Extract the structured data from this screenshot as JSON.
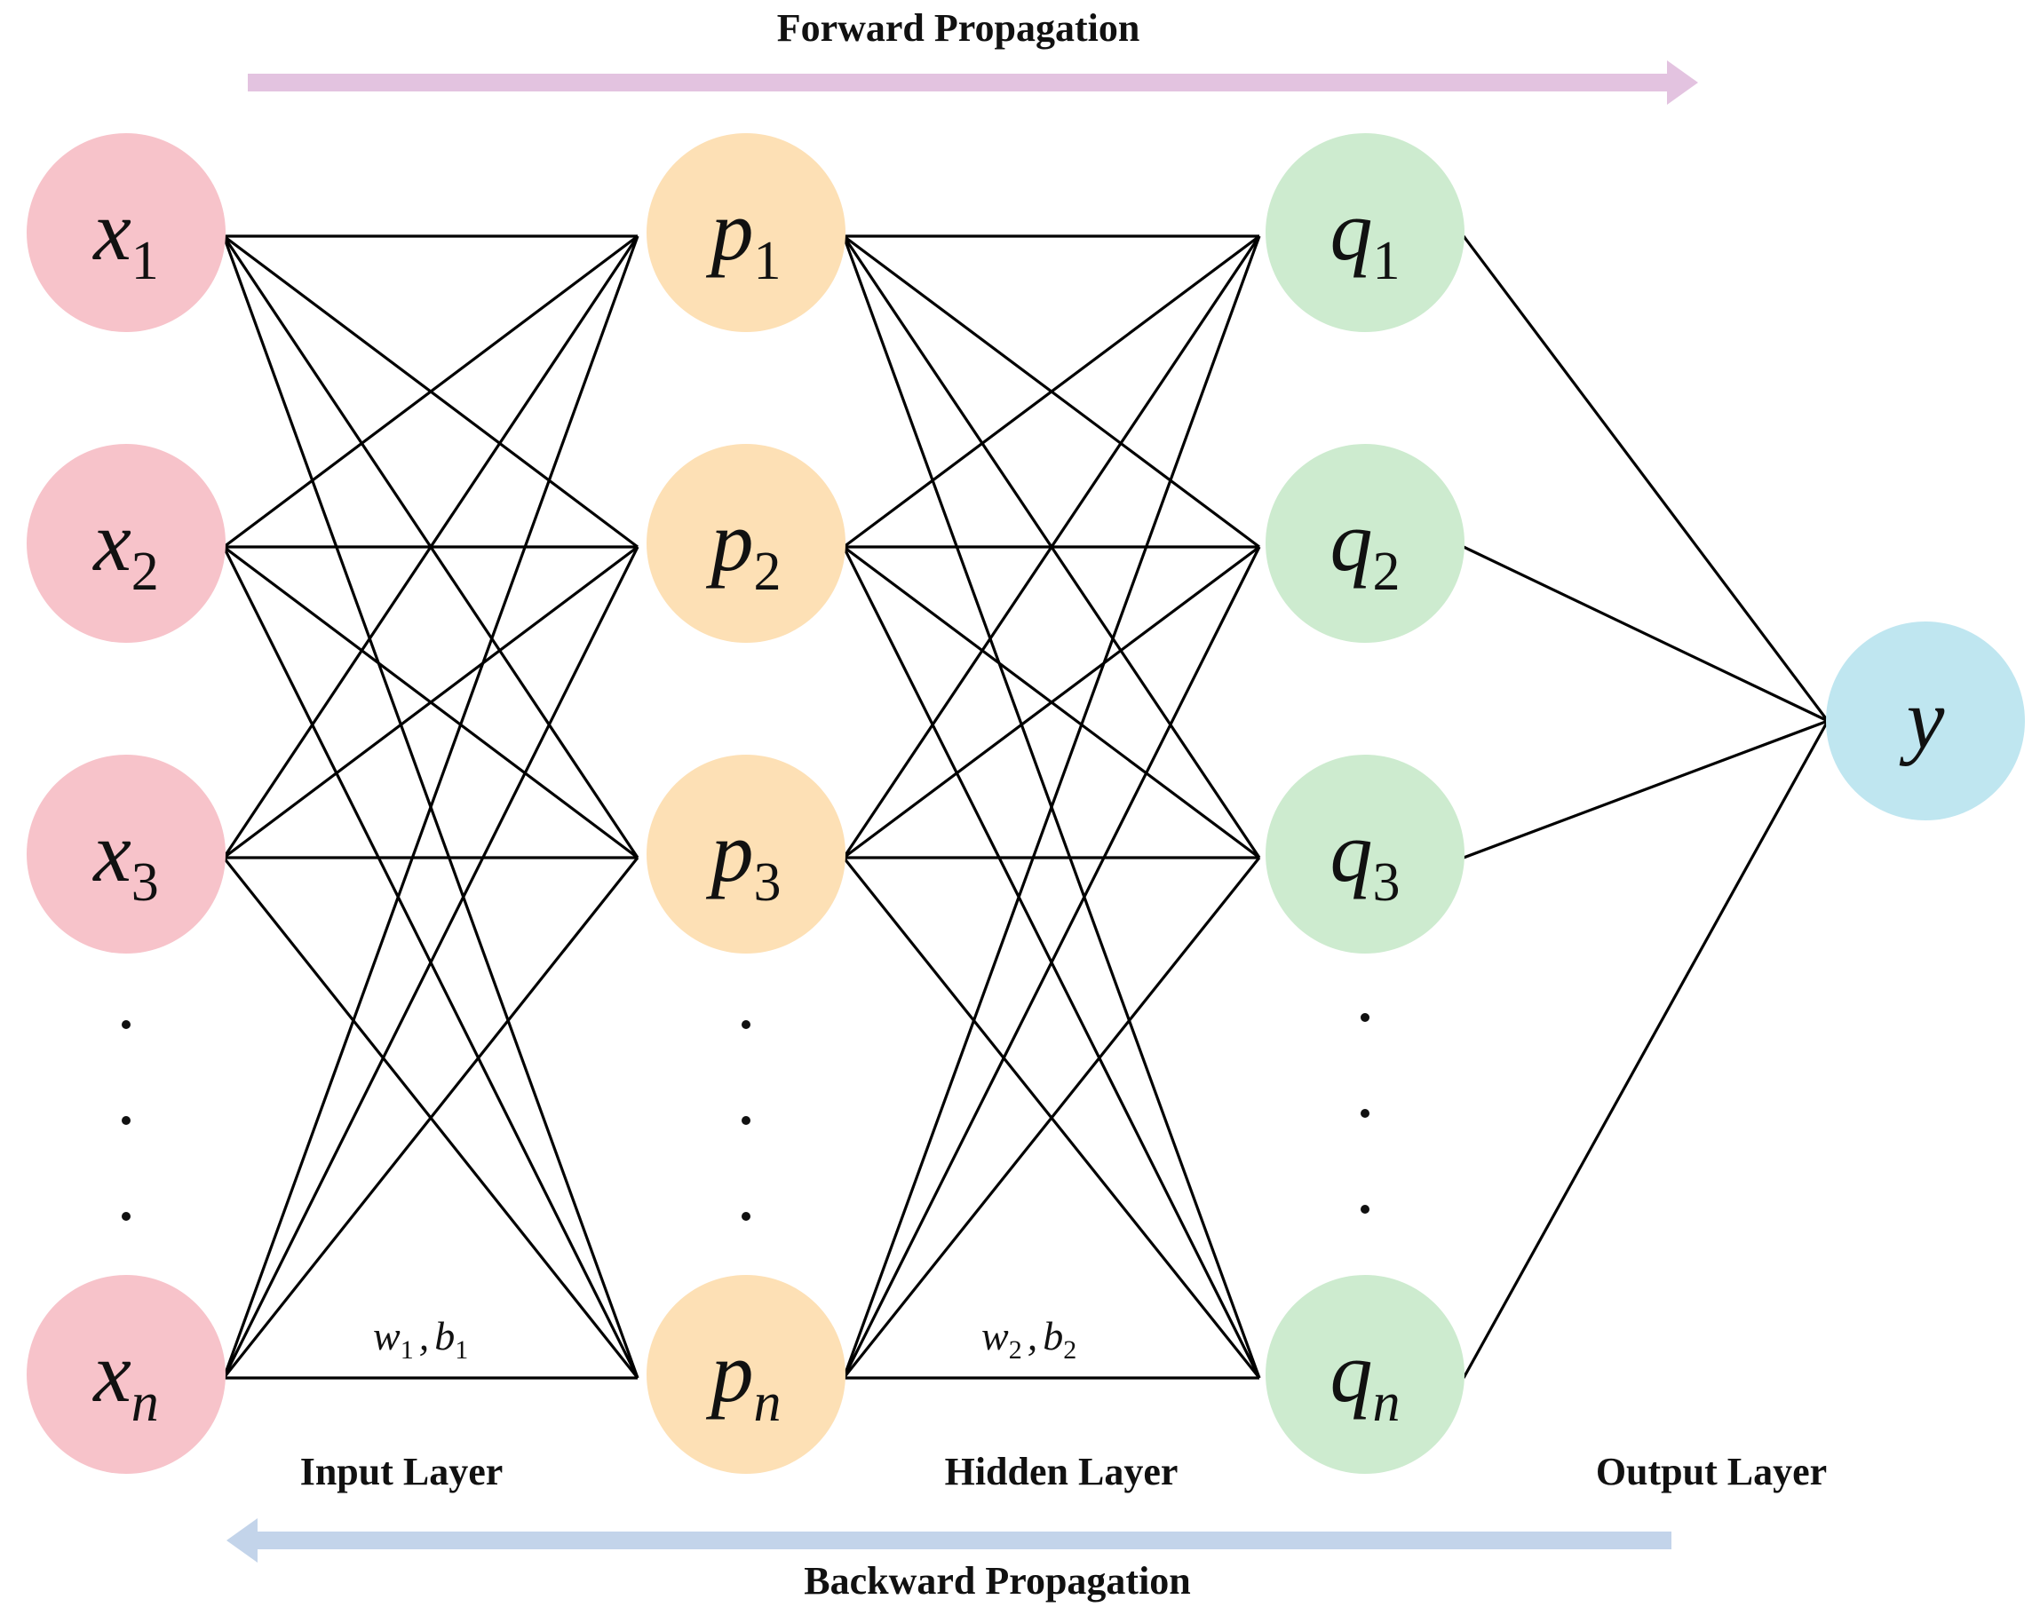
{
  "forward_label": "Forward Propagation",
  "backward_label": "Backward Propagation",
  "layer_labels": {
    "input": "Input Layer",
    "hidden": "Hidden Layer",
    "output": "Output Layer"
  },
  "params": {
    "first": {
      "w": "w",
      "w_sub": "1",
      "sep": ",",
      "b": "b",
      "b_sub": "1"
    },
    "second": {
      "w": "w",
      "w_sub": "2",
      "sep": ",",
      "b": "b",
      "b_sub": "2"
    }
  },
  "layers": {
    "input": {
      "color": "#f7c3ca",
      "nodes": [
        {
          "letter": "x",
          "sub": "1"
        },
        {
          "letter": "x",
          "sub": "2"
        },
        {
          "letter": "x",
          "sub": "3"
        },
        {
          "letter": "x",
          "sub": "n"
        }
      ]
    },
    "hidden_p": {
      "color": "#fde0b5",
      "nodes": [
        {
          "letter": "p",
          "sub": "1"
        },
        {
          "letter": "p",
          "sub": "2"
        },
        {
          "letter": "p",
          "sub": "3"
        },
        {
          "letter": "p",
          "sub": "n"
        }
      ]
    },
    "hidden_q": {
      "color": "#cdebcf",
      "nodes": [
        {
          "letter": "q",
          "sub": "1"
        },
        {
          "letter": "q",
          "sub": "2"
        },
        {
          "letter": "q",
          "sub": "3"
        },
        {
          "letter": "q",
          "sub": "n"
        }
      ]
    },
    "output": {
      "color": "#bfe6f0",
      "nodes": [
        {
          "letter": "y",
          "sub": ""
        }
      ]
    }
  },
  "ellipsis": "⋮",
  "arrow_colors": {
    "forward": "#e3c3e0",
    "backward": "#c3d4ea"
  }
}
